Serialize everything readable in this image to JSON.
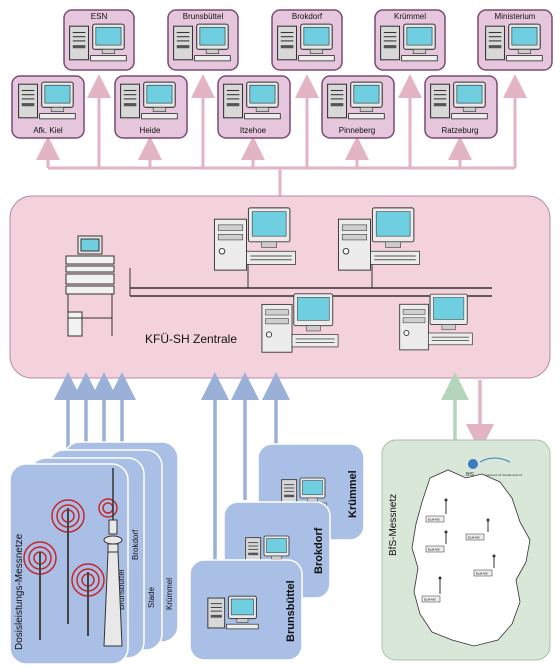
{
  "colors": {
    "station_fill": "#e6c6dc",
    "station_stroke": "#7a4a72",
    "center_fill": "#f4d2dc",
    "arrow_pink": "#e2b4c4",
    "arrow_blue": "#9ab0d6",
    "arrow_green": "#b4d4bc",
    "blue_panel": "#a9bfe6",
    "green_panel": "#d9e7d9"
  },
  "stations_top": [
    "ESN",
    "Brunsbüttel",
    "Brokdorf",
    "Krümmel",
    "Ministerium"
  ],
  "stations_bottom": [
    "Afk. Kiel",
    "Heide",
    "Itzehoe",
    "Pinneberg",
    "Ratzeburg"
  ],
  "center": {
    "label": "KFÜ-SH Zentrale"
  },
  "dose_panel": {
    "title": "Dosisleistungs-Messnetze",
    "sites": [
      "Brunsbüttel",
      "Brokdorf",
      "Stade",
      "Krümmel"
    ]
  },
  "plant_panels": [
    "Krümmel",
    "Brokdorf",
    "Brunsbüttel"
  ],
  "bfs": {
    "title": "BfS-Messnetz",
    "logo_text": "BfS",
    "logo_sub": "Bundesamt für Strahlenschutz",
    "node_labels": [
      "ELM-MS",
      "ELM-MS",
      "ELM-MS",
      "ELM-MS",
      "ELM-MS"
    ]
  }
}
